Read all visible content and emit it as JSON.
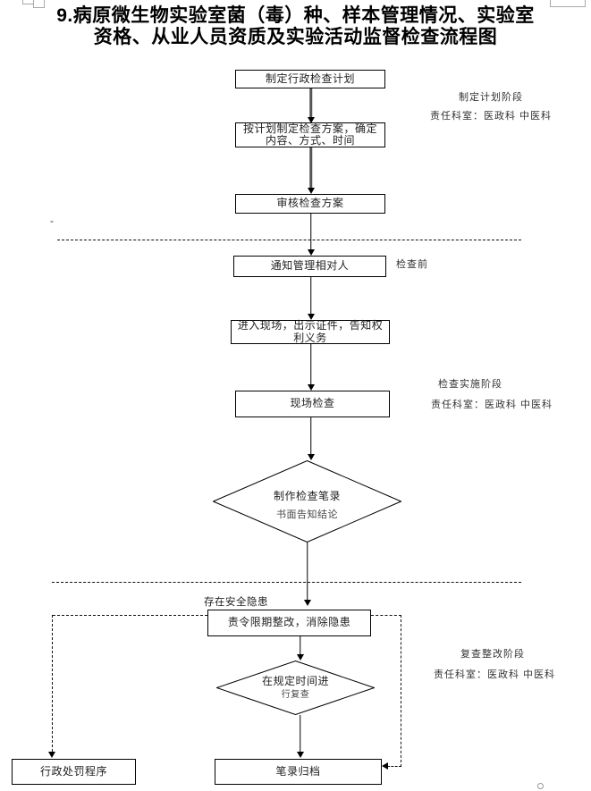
{
  "title": {
    "line1": "9.病原微生物实验室菌（毒）种、样本管理情况、实验室",
    "line2": "资格、从业人员资质及实验活动监督检查流程图"
  },
  "flowchart": {
    "nodes": {
      "make_plan": "制定行政检查计划",
      "make_scheme": "按计划制定检查方案，确定内容、方式、时间",
      "review_scheme": "审核检查方案",
      "notify_party": "通知管理相对人",
      "enter_site": "进入现场，出示证件，告知权利义务",
      "onsite_inspection": "现场检查",
      "make_record_line1": "制作检查笔录",
      "make_record_line2": "书面告知结论",
      "order_rectify": "责令限期整改，消除隐患",
      "recheck_line1": "在规定时间进",
      "recheck_line2": "行复查",
      "admin_penalty": "行政处罚程序",
      "archive_record": "笔录归档"
    },
    "edge_labels": {
      "before_check": "检查前",
      "safety_hazard": "存在安全隐患"
    },
    "stages": [
      {
        "name": "制定计划阶段",
        "dept": "责任科室：医政科 中医科"
      },
      {
        "name": "检查实施阶段",
        "dept": "责任科室：医政科 中医科"
      },
      {
        "name": "复查整改阶段",
        "dept": "责任科室：医政科 中医科"
      }
    ],
    "misc": {
      "stray_dash": "-"
    }
  },
  "colors": {
    "line": "#000000",
    "background": "#ffffff"
  }
}
